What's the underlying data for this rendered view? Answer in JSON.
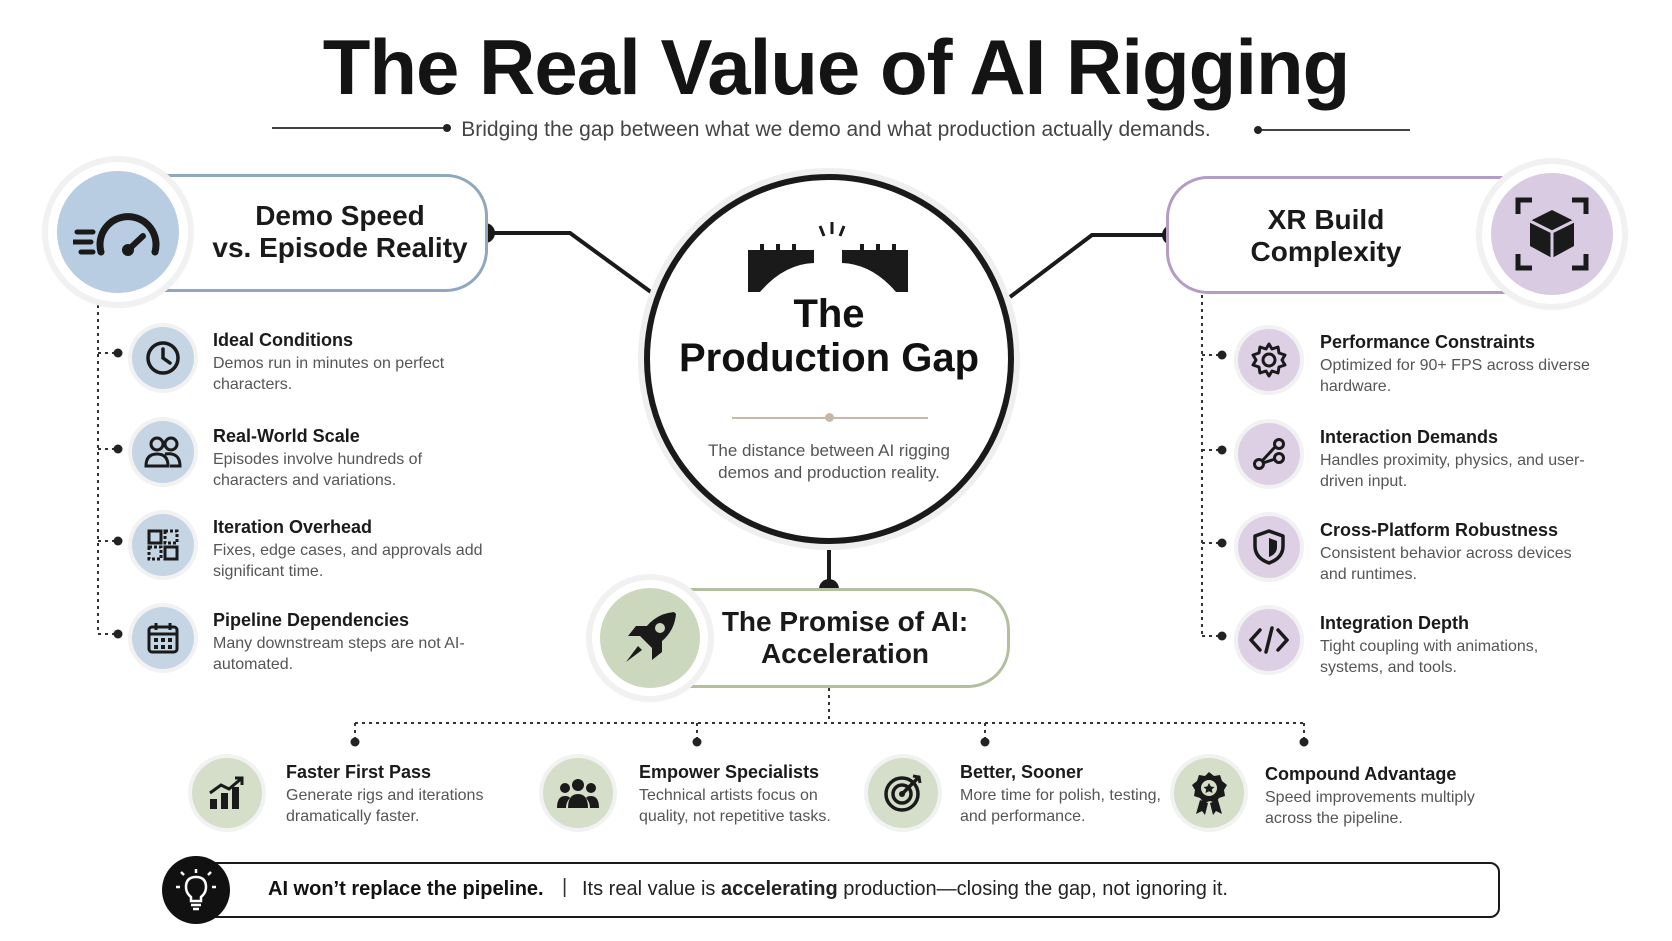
{
  "header": {
    "title": "The Real Value of AI Rigging",
    "subtitle": "Bridging the gap between what we demo and what production actually demands."
  },
  "center": {
    "title_line1": "The",
    "title_line2": "Production Gap",
    "description": "The distance between AI rigging demos and production reality.",
    "icon": "bridge-icon"
  },
  "left_section": {
    "title_line1": "Demo Speed",
    "title_line2": "vs. Episode Reality",
    "icon": "speedometer-icon",
    "color": "#b9cde2",
    "items": [
      {
        "title": "Ideal Conditions",
        "desc": "Demos run in minutes on perfect characters.",
        "icon": "clock-icon"
      },
      {
        "title": "Real-World Scale",
        "desc": "Episodes involve hundreds of characters and variations.",
        "icon": "users-icon"
      },
      {
        "title": "Iteration Overhead",
        "desc": "Fixes, edge cases, and approvals add significant time.",
        "icon": "puzzle-icon"
      },
      {
        "title": "Pipeline Dependencies",
        "desc": "Many downstream steps are not AI-automated.",
        "icon": "calendar-icon"
      }
    ]
  },
  "right_section": {
    "title_line1": "XR Build",
    "title_line2": "Complexity",
    "icon": "cube-icon",
    "color": "#d9cbe2",
    "items": [
      {
        "title": "Performance Constraints",
        "desc": "Optimized for 90+ FPS across diverse hardware.",
        "icon": "gear-icon"
      },
      {
        "title": "Interaction Demands",
        "desc": "Handles proximity, physics, and user-driven input.",
        "icon": "nodes-icon"
      },
      {
        "title": "Cross-Platform Robustness",
        "desc": "Consistent behavior across devices and runtimes.",
        "icon": "shield-icon"
      },
      {
        "title": "Integration Depth",
        "desc": "Tight coupling with animations, systems, and tools.",
        "icon": "code-icon"
      }
    ]
  },
  "bottom_section": {
    "title_line1": "The Promise of AI:",
    "title_line2": "Acceleration",
    "icon": "rocket-icon",
    "color": "#d4dec8",
    "items": [
      {
        "title": "Faster First Pass",
        "desc": "Generate rigs and iterations dramatically faster.",
        "icon": "chart-up-icon"
      },
      {
        "title": "Empower Specialists",
        "desc": "Technical artists focus on quality, not repetitive tasks.",
        "icon": "team-icon"
      },
      {
        "title": "Better, Sooner",
        "desc": "More time for polish, testing, and performance.",
        "icon": "target-icon"
      },
      {
        "title": "Compound Advantage",
        "desc": "Speed improvements multiply across the pipeline.",
        "icon": "award-icon"
      }
    ]
  },
  "banner": {
    "bold": "AI won’t replace the pipeline.",
    "separator": "|",
    "text_pre": "Its real value is ",
    "text_bold": "accelerating",
    "text_post": " production—closing the gap, not ignoring it.",
    "icon": "lightbulb-icon"
  }
}
